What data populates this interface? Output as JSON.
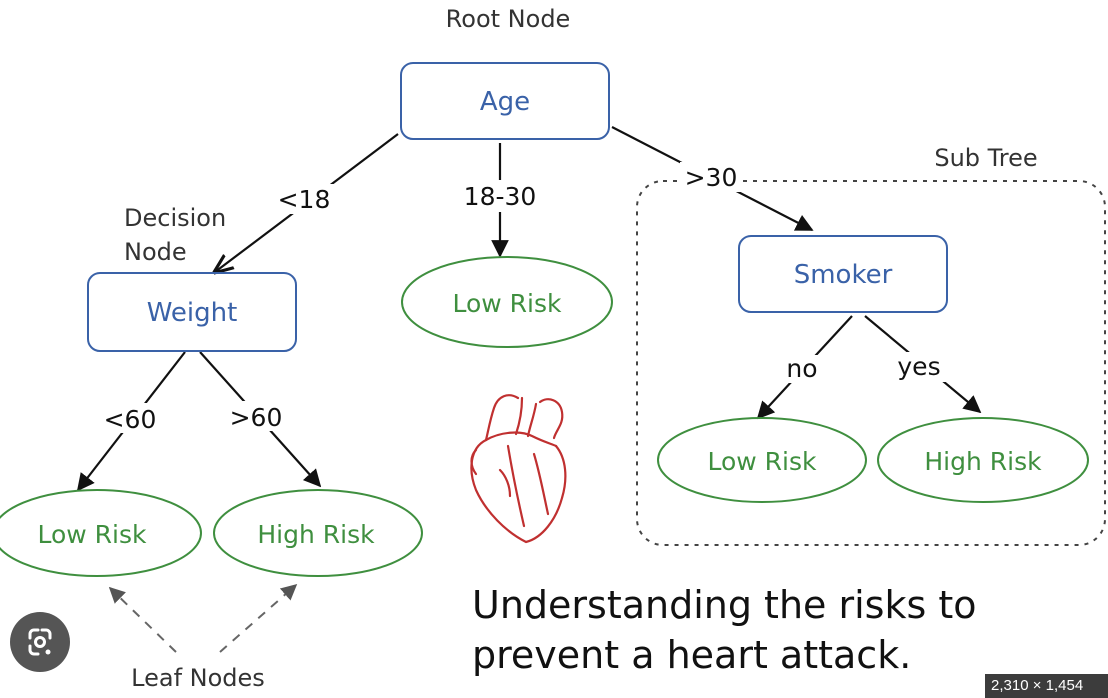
{
  "annotations": {
    "root_node": "Root Node",
    "decision_node_line1": "Decision",
    "decision_node_line2": "Node",
    "sub_tree": "Sub Tree",
    "leaf_nodes": "Leaf Nodes"
  },
  "nodes": {
    "age": "Age",
    "weight": "Weight",
    "smoker": "Smoker",
    "leaf_weight_lt60": "Low Risk",
    "leaf_weight_gt60": "High Risk",
    "leaf_age_18_30": "Low Risk",
    "leaf_smoker_no": "Low Risk",
    "leaf_smoker_yes": "High Risk"
  },
  "edges": {
    "age_lt18": "<18",
    "age_18_30": "18-30",
    "age_gt30": ">30",
    "weight_lt60": "<60",
    "weight_gt60": ">60",
    "smoker_no": "no",
    "smoker_yes": "yes"
  },
  "caption": {
    "line1": "Understanding the risks to",
    "line2": "prevent a heart attack."
  },
  "image_size_badge": "2,310 × 1,454",
  "icons": {
    "heart": "anatomical-heart-icon",
    "lens": "google-lens-icon"
  },
  "colors": {
    "decision_node": "#3a62a8",
    "leaf_node": "#3f8f3f",
    "heart": "#c03030"
  }
}
